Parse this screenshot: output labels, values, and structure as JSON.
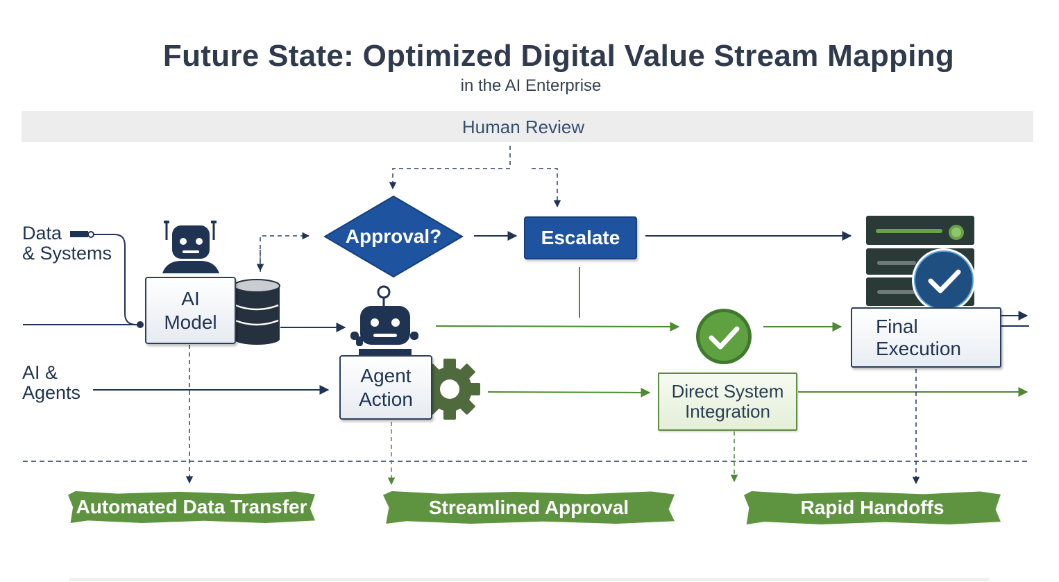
{
  "title": "Future State: Optimized Digital Value Stream Mapping",
  "subtitle": "in the AI Enterprise",
  "band_label": "Human Review",
  "lanes": {
    "data_line1": "Data",
    "data_line2": "& Systems",
    "ai_line1": "AI &",
    "ai_line2": "Agents"
  },
  "nodes": {
    "ai_model_line1": "AI",
    "ai_model_line2": "Model",
    "approval": "Approval?",
    "escalate": "Escalate",
    "agent_action_line1": "Agent",
    "agent_action_line2": "Action",
    "direct_line1": "Direct System",
    "direct_line2": "Integration",
    "final_line1": "Final",
    "final_line2": "Execution"
  },
  "outcomes": {
    "automated": "Automated Data Transfer",
    "streamlined": "Streamlined Approval",
    "rapid": "Rapid Handoffs"
  },
  "colors": {
    "navy": "#1f3352",
    "blue": "#1e53a0",
    "green": "#5e9440",
    "band": "#ededee"
  },
  "icons": [
    "robot-icon",
    "database-icon",
    "gear-icon",
    "check-circle-icon",
    "server-icon"
  ]
}
